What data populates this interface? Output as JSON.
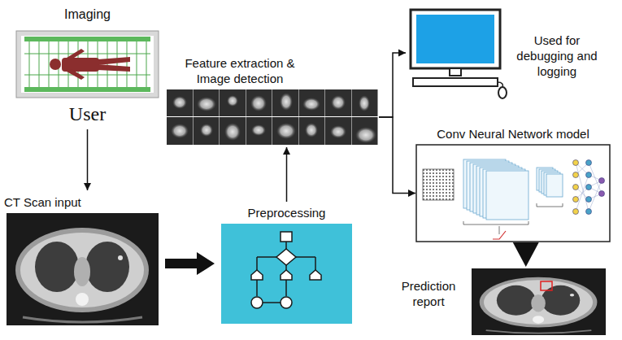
{
  "diagram": {
    "nodes": [
      {
        "text": [
          "Imaging",
          "User"
        ]
      },
      {
        "text": [
          "CT Scan input"
        ]
      },
      {
        "text": [
          "Preprocessing"
        ]
      },
      {
        "text": [
          "Feature extraction & Image detection"
        ]
      },
      {
        "text": [
          "Used for debugging and logging"
        ]
      },
      {
        "text": [
          "Conv Neural Network model"
        ]
      },
      {
        "text": [
          "Prediction report"
        ]
      }
    ],
    "edges": [
      {
        "from": 0,
        "to": 1,
        "arrow": "to"
      },
      {
        "from": 1,
        "to": 2,
        "arrow": "to"
      },
      {
        "from": 2,
        "to": 3,
        "arrow": "to"
      },
      {
        "from": 3,
        "to": 4,
        "arrow": "to"
      },
      {
        "from": 3,
        "to": 5,
        "arrow": "to"
      },
      {
        "from": 5,
        "to": 6,
        "arrow": "to"
      }
    ]
  }
}
